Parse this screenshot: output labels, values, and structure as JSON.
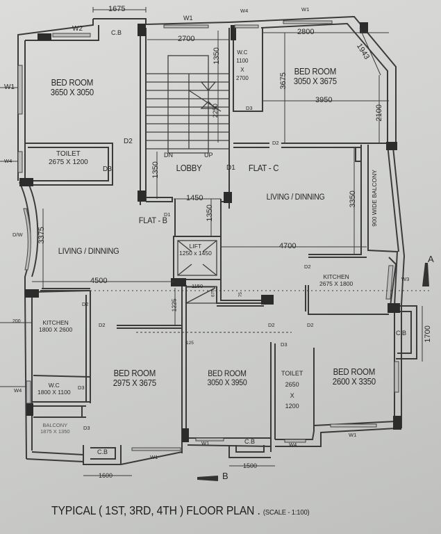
{
  "title": {
    "main": "TYPICAL ( 1ST, 3RD, 4TH ) FLOOR PLAN .",
    "scale": "(SCALE - 1:100)"
  },
  "flats": {
    "flat_b": "FLAT - B",
    "flat_c": "FLAT - C"
  },
  "rooms": {
    "bed_nw": {
      "name": "BED ROOM",
      "size": "3650 X 3050"
    },
    "toilet_nw": {
      "name": "TOILET",
      "size": "2675 X 1200"
    },
    "wc_n": {
      "name": "W.C",
      "size_a": "1100",
      "x": "X",
      "size_b": "2700"
    },
    "bed_ne": {
      "name": "BED ROOM",
      "size": "3050 X 3675"
    },
    "lobby": {
      "name": "LOBBY"
    },
    "living_b": {
      "name": "LIVING / DINNING"
    },
    "living_c": {
      "name": "LIVING / DINNING"
    },
    "balcony_e": {
      "name": "900 WIDE BALCONY"
    },
    "lift": {
      "name": "LIFT",
      "size": "1250 x 1450"
    },
    "kitchen_b": {
      "name": "KITCHEN",
      "size": "1800 X 2600"
    },
    "kitchen_c": {
      "name": "KITCHEN",
      "size": "2675 X 1800"
    },
    "wc_sw": {
      "name": "W.C",
      "size": "1800 X 1100"
    },
    "balcony_sw": {
      "name": "BALCONY",
      "size": "1875 X 1350"
    },
    "bed_sw": {
      "name": "BED ROOM",
      "size": "2975 X 3675"
    },
    "bed_s": {
      "name": "BED ROOM",
      "size": "3050 X 3950"
    },
    "toilet_s": {
      "name": "TOILET",
      "size_a": "2650",
      "x": "X",
      "size_b": "1200"
    },
    "bed_se": {
      "name": "BED ROOM",
      "size": "2600 X 3350"
    }
  },
  "fixtures": {
    "cb": "C.B",
    "dn": "DN",
    "up": "UP"
  },
  "openings": {
    "w1": "W1",
    "w2": "W2",
    "w3": "W3",
    "w4": "W4",
    "dw": "D/W",
    "d1": "D1",
    "d2": "D2",
    "d3": "D3"
  },
  "dimensions": {
    "top_cb": "1675",
    "stair_width": "2700",
    "stair_landing": "1350",
    "stair_flight": "2250",
    "bed_ne_top": "2800",
    "bed_ne_diag": "1943",
    "bed_ne_height": "3675",
    "bed_ne_width": "3950",
    "bed_ne_side": "2100",
    "lobby_height": "1350",
    "lobby_width": "1450",
    "lobby_lower": "1350",
    "living_c_height": "3350",
    "living_c_width": "4700",
    "living_b_height": "3375",
    "living_b_width": "4500",
    "lift_gap": "1150",
    "lift_side": "675",
    "duct": "75",
    "passage": "1225",
    "wall_200": "200",
    "wall_125": "125",
    "cb_se_height": "1700",
    "cb_sw": "1600",
    "cb_s": "1500"
  },
  "section_markers": {
    "a": "A",
    "b": "B"
  }
}
